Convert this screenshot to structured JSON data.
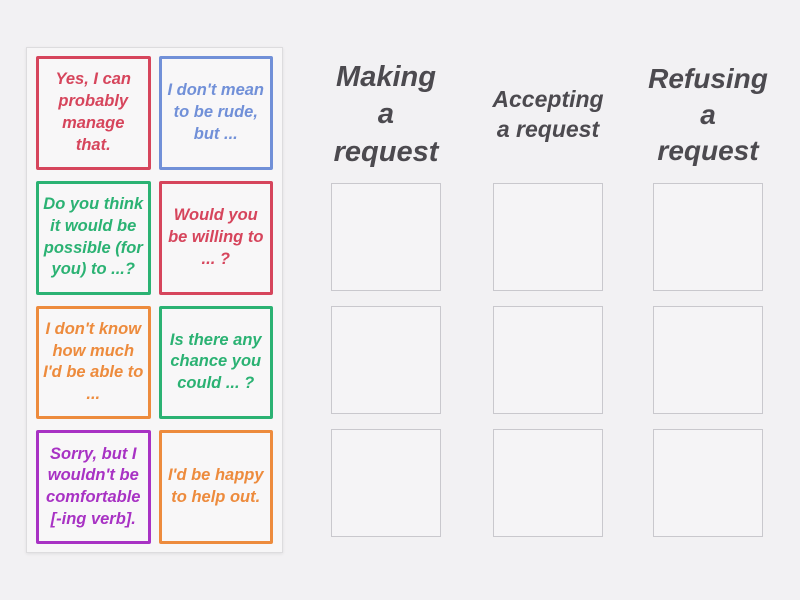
{
  "activity": {
    "type": "group-sort",
    "colors": {
      "page_background": "#f2f1f3",
      "tray_background": "#f7f6f7",
      "title_text": "#4c4a4f",
      "dropzone_border": "#c9c8cd"
    }
  },
  "tray": {
    "cards": [
      {
        "text": "Yes, I can probably manage that.",
        "color": "#d6455c"
      },
      {
        "text": "I don't mean to be rude, but ...",
        "color": "#7190d8"
      },
      {
        "text": "Do you think it would be possible (for you) to ...?",
        "color": "#2bb273"
      },
      {
        "text": "Would you be willing to ... ?",
        "color": "#d6455c"
      },
      {
        "text": "I don't know how much I'd be able to ...",
        "color": "#ed8b3d"
      },
      {
        "text": "Is there any chance you could ... ?",
        "color": "#2bb273"
      },
      {
        "text": "Sorry, but I wouldn't be comfortable [-ing verb].",
        "color": "#a832c4"
      },
      {
        "text": "I'd be happy to help out.",
        "color": "#ed8b3d"
      }
    ]
  },
  "categories": [
    {
      "label": "Making\na\nrequest",
      "slots": 3
    },
    {
      "label": "Accepting\na request",
      "slots": 3
    },
    {
      "label": "Refusing\na\nrequest",
      "slots": 3
    }
  ]
}
